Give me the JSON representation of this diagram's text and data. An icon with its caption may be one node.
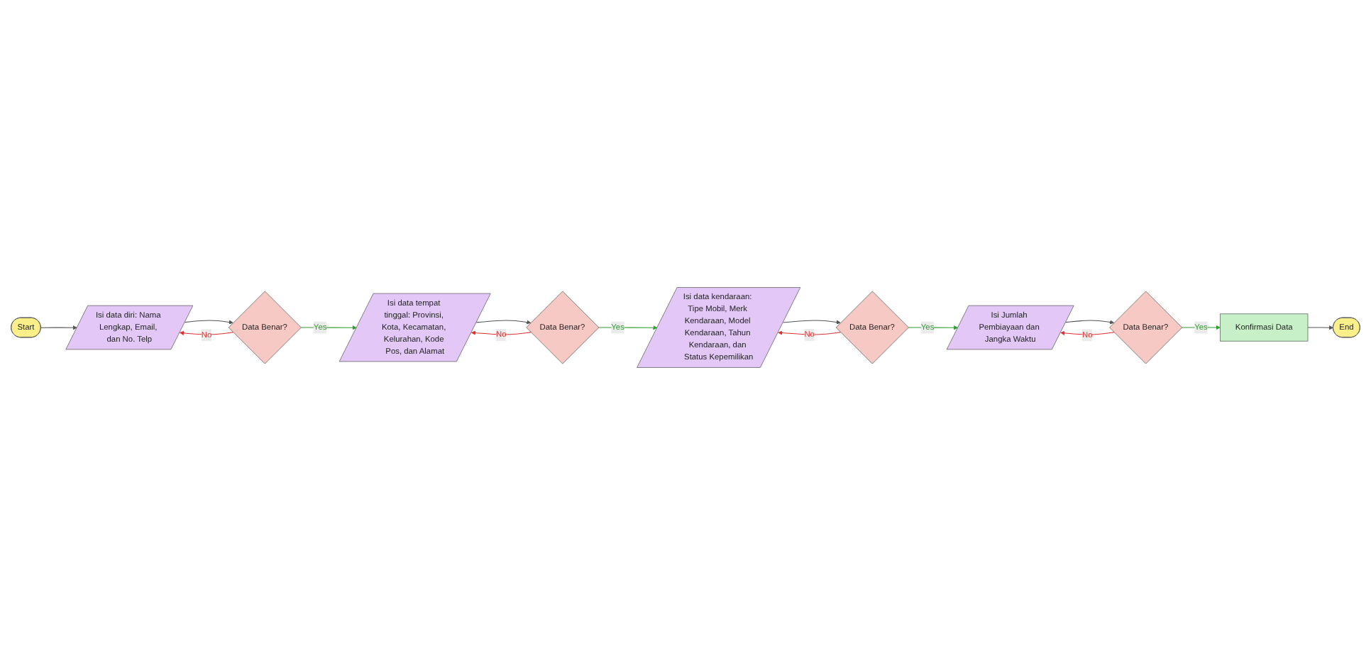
{
  "diagram": {
    "nodes": [
      {
        "text": [
          "Start"
        ]
      },
      {
        "text": [
          "Isi data diri: Nama Lengkap, Email, dan No. Telp"
        ]
      },
      {
        "text": [
          "Data Benar?"
        ]
      },
      {
        "text": [
          "Isi data tempat tinggal: Provinsi, Kota, Kecamatan, Kelurahan, Kode Pos, dan Alamat"
        ]
      },
      {
        "text": [
          "Data Benar?"
        ]
      },
      {
        "text": [
          "Isi data kendaraan: Tipe Mobil, Merk Kendaraan, Model Kendaraan, Tahun Kendaraan, dan Status Kepemilikan"
        ]
      },
      {
        "text": [
          "Data Benar?"
        ]
      },
      {
        "text": [
          "Isi Jumlah Pembiayaan dan Jangka Waktu"
        ]
      },
      {
        "text": [
          "Data Benar?"
        ]
      },
      {
        "text": [
          "Konfirmasi Data"
        ]
      },
      {
        "text": [
          "End"
        ]
      }
    ],
    "edges": [
      {
        "from": 0,
        "to": 1,
        "arrow": "to"
      },
      {
        "from": 1,
        "to": 2,
        "arrow": "to"
      },
      {
        "from": 2,
        "to": 3,
        "arrow": "to",
        "label": "Yes",
        "color": "#2e9e2e"
      },
      {
        "from": 2,
        "to": 1,
        "arrow": "to",
        "label": "No",
        "color": "#e03030"
      },
      {
        "from": 3,
        "to": 4,
        "arrow": "to"
      },
      {
        "from": 4,
        "to": 3,
        "arrow": "to",
        "label": "No",
        "color": "#e03030"
      },
      {
        "from": 4,
        "to": 5,
        "arrow": "to",
        "label": "Yes",
        "color": "#2e9e2e"
      },
      {
        "from": 5,
        "to": 6,
        "arrow": "to"
      },
      {
        "from": 6,
        "to": 7,
        "arrow": "to",
        "label": "Yes",
        "color": "#2e9e2e"
      },
      {
        "from": 6,
        "to": 5,
        "arrow": "to",
        "label": "No",
        "color": "#e03030"
      },
      {
        "from": 7,
        "to": 8,
        "arrow": "to"
      },
      {
        "from": 8,
        "to": 9,
        "arrow": "to",
        "label": "Yes",
        "color": "#2e9e2e"
      },
      {
        "from": 8,
        "to": 7,
        "arrow": "to",
        "label": "No",
        "color": "#e03030"
      },
      {
        "from": 9,
        "to": 10,
        "arrow": "to"
      }
    ]
  }
}
